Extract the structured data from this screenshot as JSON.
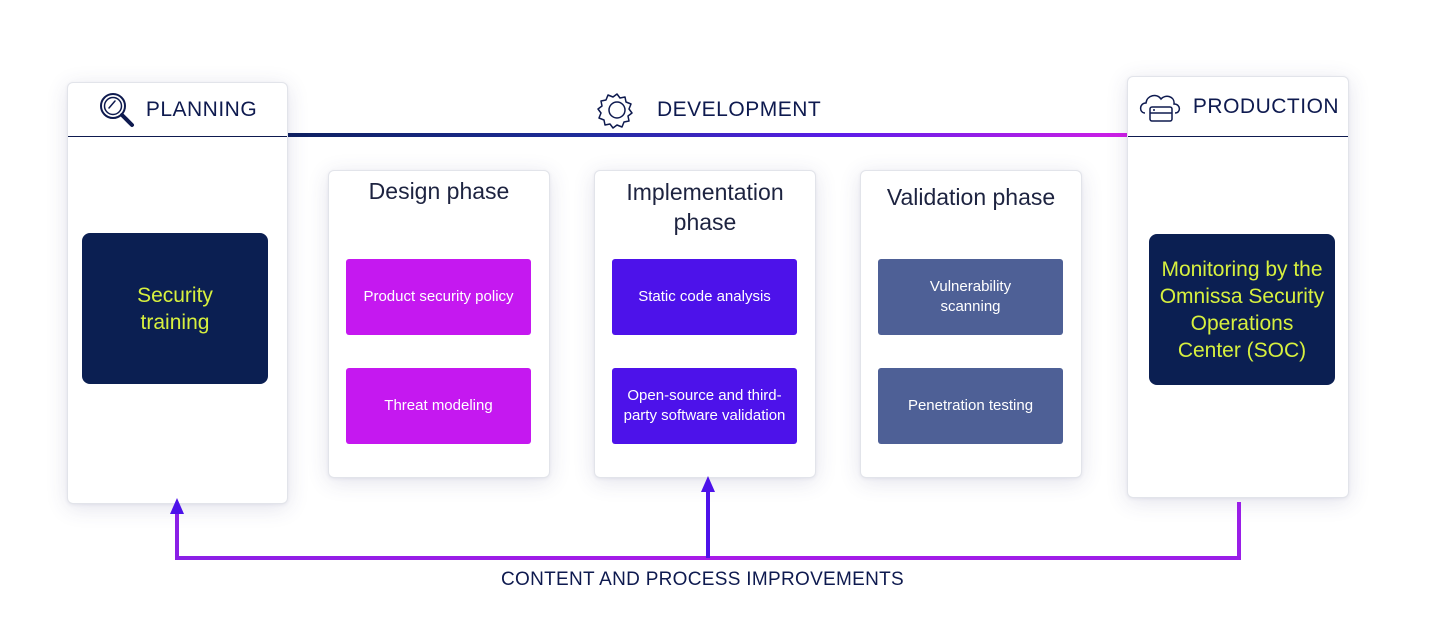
{
  "planning": {
    "label": "PLANNING",
    "icon": "magnifier-icon",
    "box": "Security training"
  },
  "development": {
    "label": "DEVELOPMENT",
    "icon": "gear-icon"
  },
  "production": {
    "label": "PRODUCTION",
    "icon": "cloud-server-icon",
    "box": "Monitoring by the Omnissa Security Operations Center (SOC)"
  },
  "phases": [
    {
      "title": "Design phase",
      "items": [
        "Product security policy",
        "Threat modeling"
      ]
    },
    {
      "title": "Implementation phase",
      "items": [
        "Static code analysis",
        "Open-source and third-party software validation"
      ]
    },
    {
      "title": "Validation phase",
      "items": [
        "Vulnerability scanning",
        "Penetration testing"
      ]
    }
  ],
  "feedback": {
    "label": "CONTENT AND PROCESS IMPROVEMENTS"
  },
  "colors": {
    "navy": "#0b1f52",
    "accent_text": "#d7f03e",
    "design": "#c518f0",
    "implementation": "#4d12ea",
    "validation": "#4e6096",
    "feedback_line": "#a81be8"
  }
}
